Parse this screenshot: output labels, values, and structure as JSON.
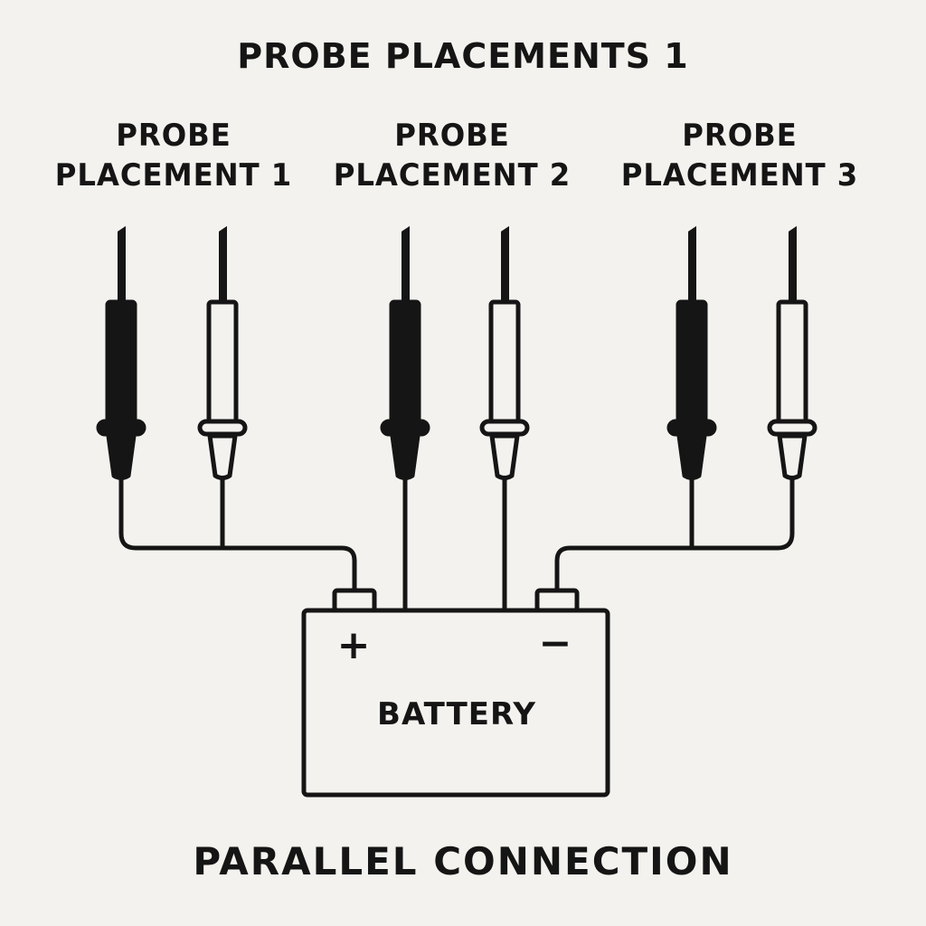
{
  "title": "PROBE PLACEMENTS 1",
  "placements": [
    {
      "line1": "PROBE",
      "line2": "PLACEMENT 1"
    },
    {
      "line1": "PROBE",
      "line2": "PLACEMENT 2"
    },
    {
      "line1": "PROBE",
      "line2": "PLACEMENT 3"
    }
  ],
  "probes": [
    {
      "placement": 1,
      "color": "black"
    },
    {
      "placement": 1,
      "color": "white"
    },
    {
      "placement": 2,
      "color": "black"
    },
    {
      "placement": 2,
      "color": "white"
    },
    {
      "placement": 3,
      "color": "black"
    },
    {
      "placement": 3,
      "color": "white"
    }
  ],
  "battery": {
    "label": "BATTERY",
    "positive_symbol": "+",
    "negative_symbol": "−"
  },
  "footer": "PARALLEL CONNECTION",
  "colors": {
    "ink": "#151515",
    "background": "#f3f2ee"
  }
}
